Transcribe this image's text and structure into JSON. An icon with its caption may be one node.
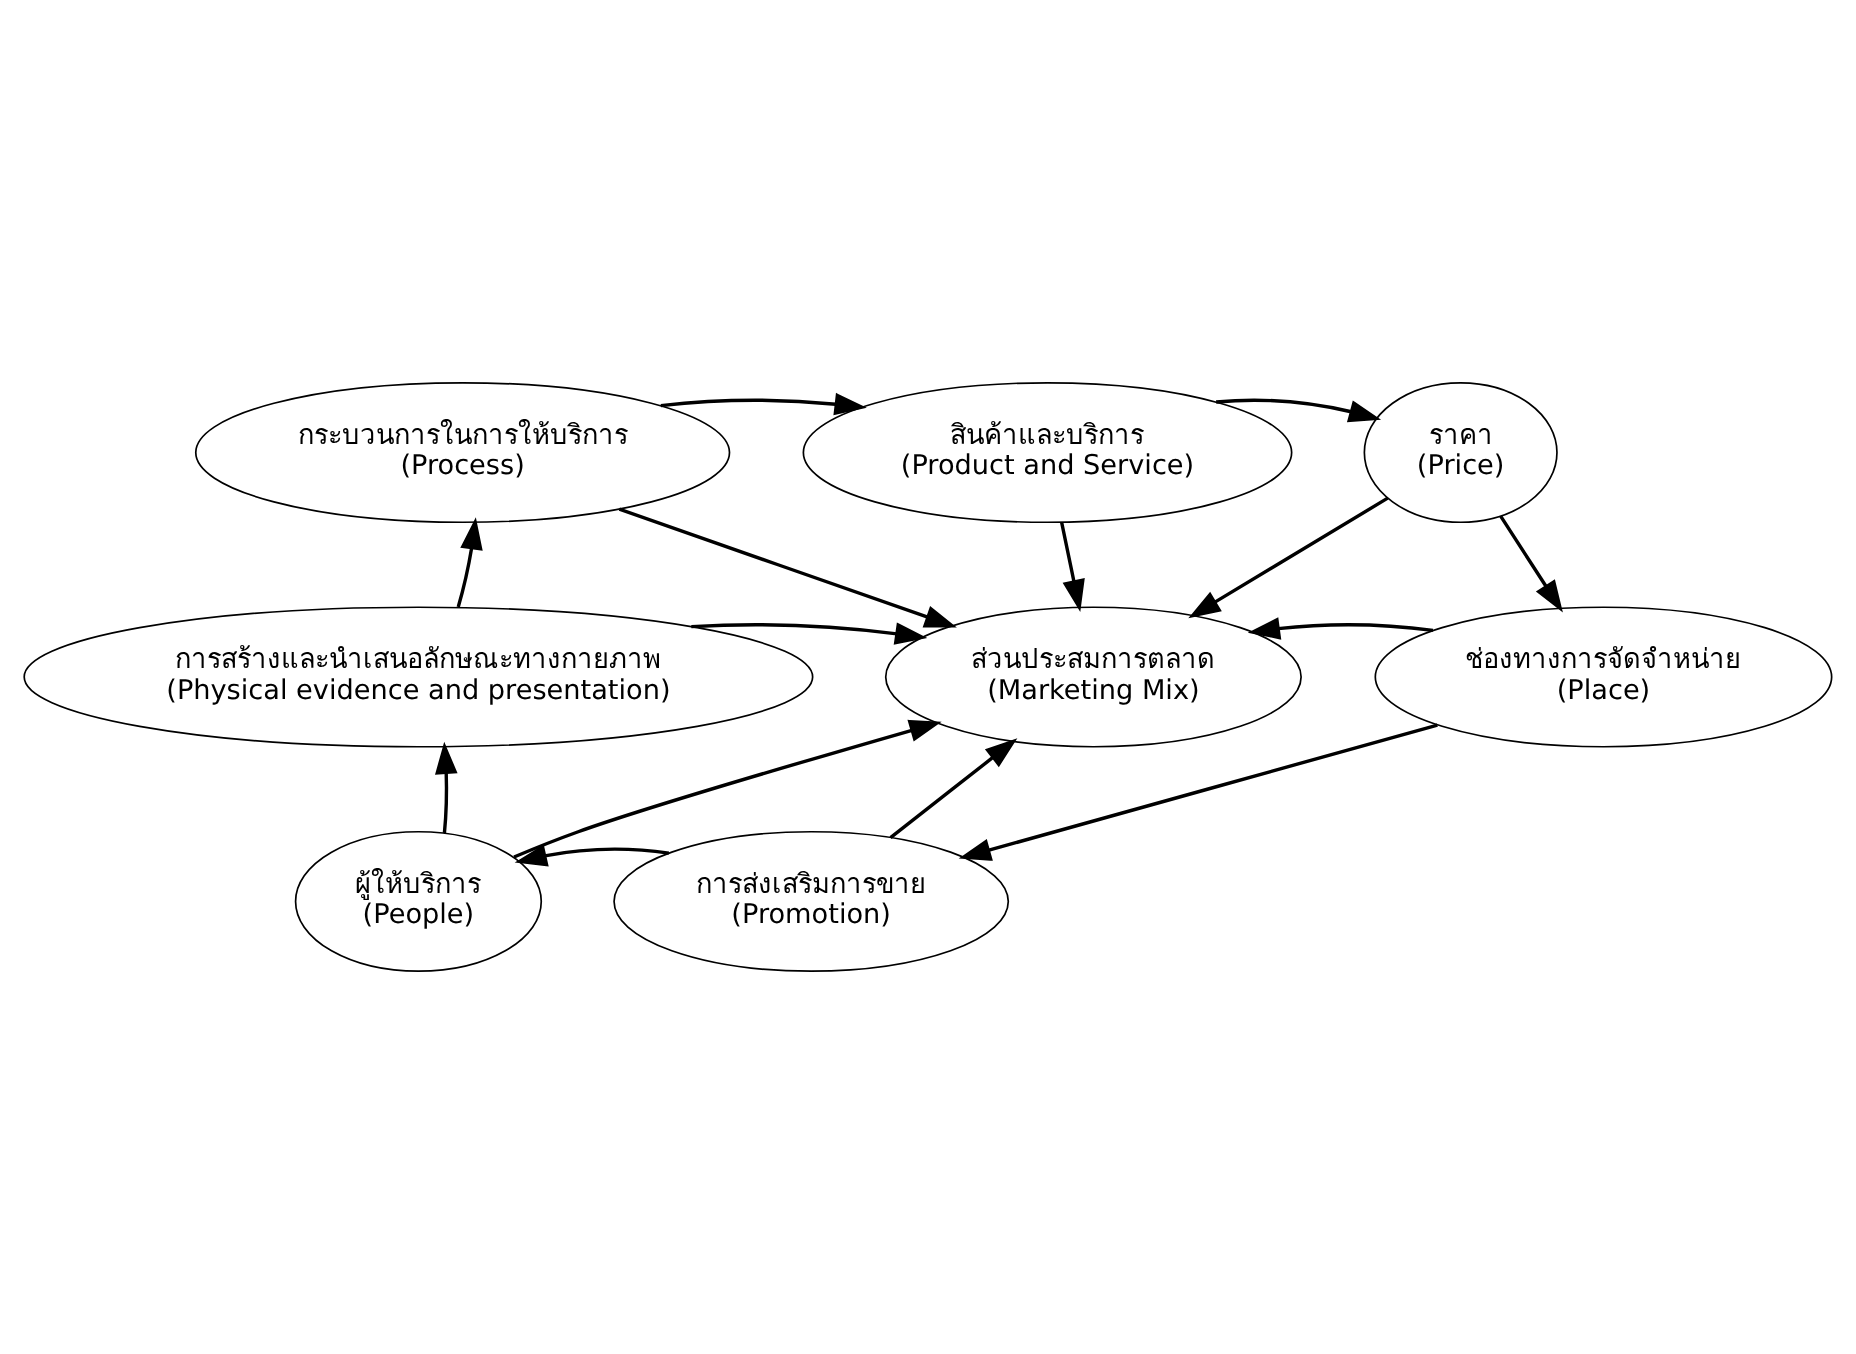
{
  "diagram": {
    "nodes": [
      {
        "text": [
          "กระบวนการในการให้บริการ",
          "(Process)"
        ]
      },
      {
        "text": [
          "สินค้าและบริการ",
          "(Product and Service)"
        ]
      },
      {
        "text": [
          "ราคา",
          "(Price)"
        ]
      },
      {
        "text": [
          "การสร้างและนำเสนอลักษณะทางกายภาพ",
          "(Physical evidence and presentation)"
        ]
      },
      {
        "text": [
          "ส่วนประสมการตลาด",
          "(Marketing Mix)"
        ]
      },
      {
        "text": [
          "ช่องทางการจัดจำหน่าย",
          "(Place)"
        ]
      },
      {
        "text": [
          "ผู้ให้บริการ",
          "(People)"
        ]
      },
      {
        "text": [
          "การส่งเสริมการขาย",
          "(Promotion)"
        ]
      }
    ],
    "edges": [
      {
        "from": 0,
        "to": 4,
        "arrow": "to"
      },
      {
        "from": 1,
        "to": 4,
        "arrow": "to"
      },
      {
        "from": 2,
        "to": 4,
        "arrow": "to"
      },
      {
        "from": 3,
        "to": 4,
        "arrow": "to"
      },
      {
        "from": 5,
        "to": 4,
        "arrow": "to"
      },
      {
        "from": 6,
        "to": 4,
        "arrow": "to"
      },
      {
        "from": 7,
        "to": 4,
        "arrow": "to"
      },
      {
        "from": 0,
        "to": 1,
        "arrow": "to"
      },
      {
        "from": 1,
        "to": 2,
        "arrow": "to"
      },
      {
        "from": 2,
        "to": 5,
        "arrow": "to"
      },
      {
        "from": 5,
        "to": 7,
        "arrow": "to"
      },
      {
        "from": 7,
        "to": 6,
        "arrow": "to"
      },
      {
        "from": 6,
        "to": 3,
        "arrow": "to"
      },
      {
        "from": 3,
        "to": 0,
        "arrow": "to"
      }
    ]
  }
}
